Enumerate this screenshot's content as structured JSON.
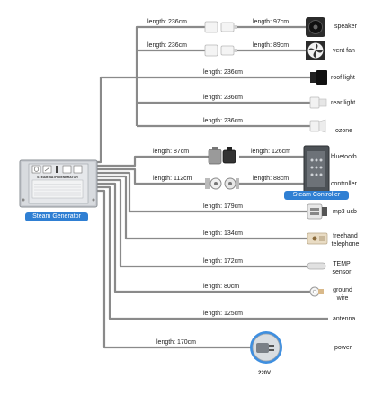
{
  "badges": {
    "generator": "Steam Generator",
    "controller": "Steam Controller"
  },
  "generator_panel_text": "STEAM BATH GENERATOR",
  "power_voltage": "220V",
  "connections": [
    {
      "id": "speaker",
      "device": "speaker",
      "lengths": [
        "length: 236cm",
        "length: 97cm"
      ]
    },
    {
      "id": "vent-fan",
      "device": "vent fan",
      "lengths": [
        "length: 236cm",
        "length: 89cm"
      ]
    },
    {
      "id": "roof-light",
      "device": "roof light",
      "lengths": [
        "length: 236cm"
      ]
    },
    {
      "id": "rear-light",
      "device": "rear light",
      "lengths": [
        "length: 236cm"
      ]
    },
    {
      "id": "ozone",
      "device": "ozone",
      "lengths": [
        "length: 236cm"
      ]
    },
    {
      "id": "bluetooth",
      "device": "bluetooth",
      "lengths": [
        "length: 87cm",
        "length: 126cm"
      ]
    },
    {
      "id": "controller",
      "device": "controller",
      "lengths": [
        "length: 112cm",
        "length: 88cm"
      ]
    },
    {
      "id": "mp3-usb",
      "device": "mp3 usb",
      "lengths": [
        "length: 179cm"
      ]
    },
    {
      "id": "freehand-telephone",
      "device": "freehand telephone",
      "lengths": [
        "length: 134cm"
      ]
    },
    {
      "id": "temp-sensor",
      "device": "TEMP sensor",
      "lengths": [
        "length: 172cm"
      ]
    },
    {
      "id": "ground-wire",
      "device": "ground wire",
      "lengths": [
        "length: 80cm"
      ]
    },
    {
      "id": "antenna",
      "device": "antenna",
      "lengths": [
        "length: 125cm"
      ]
    },
    {
      "id": "power",
      "device": "power",
      "lengths": [
        "length: 170cm"
      ]
    }
  ]
}
